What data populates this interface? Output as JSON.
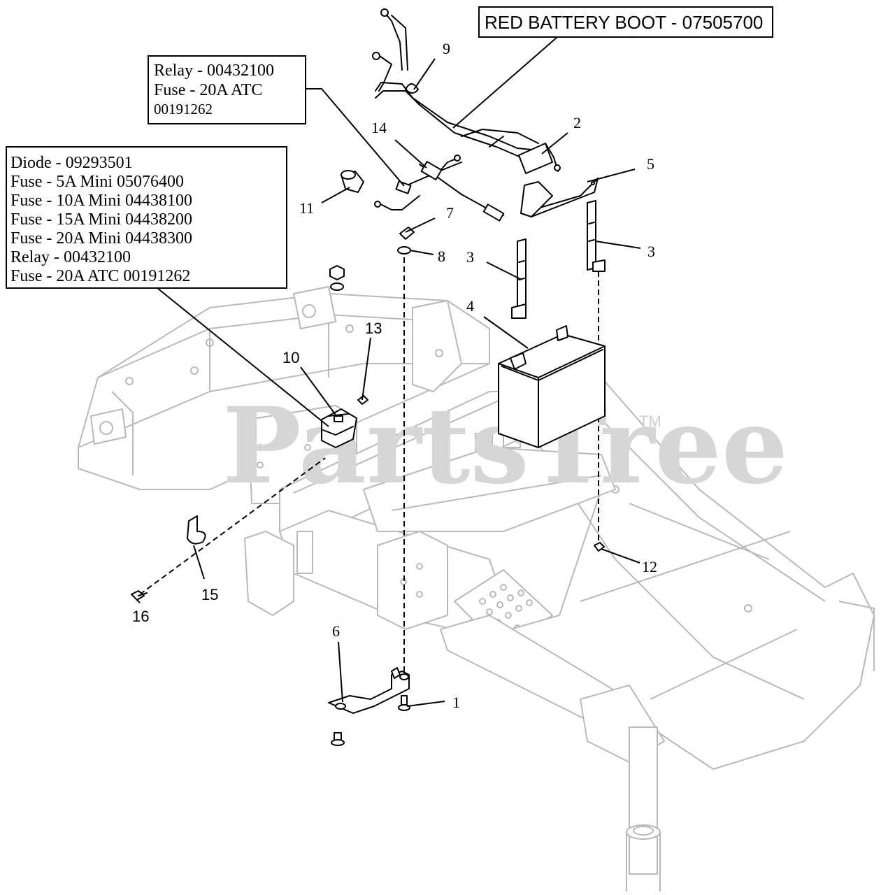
{
  "diagram": {
    "watermark": "PartsTree",
    "watermark_tm": "TM",
    "boot_label": "RED BATTERY BOOT - 07505700",
    "relay_box_lines": [
      "Relay - 00432100",
      "Fuse - 20A ATC",
      "00191262"
    ],
    "diode_box_lines": [
      "Diode - 09293501",
      "Fuse - 5A Mini 05076400",
      "Fuse - 10A Mini 04438100",
      "Fuse - 15A Mini 04438200",
      "Fuse - 20A Mini 04438300",
      "Relay - 00432100",
      "Fuse - 20A ATC 00191262"
    ],
    "callouts": {
      "c1": "1",
      "c2": "2",
      "c3a": "3",
      "c3b": "3",
      "c4": "4",
      "c5": "5",
      "c6": "6",
      "c7": "7",
      "c8": "8",
      "c9": "9",
      "c10": "10",
      "c11": "11",
      "c12": "12",
      "c13": "13",
      "c14": "14",
      "c15": "15",
      "c16": "16"
    }
  }
}
